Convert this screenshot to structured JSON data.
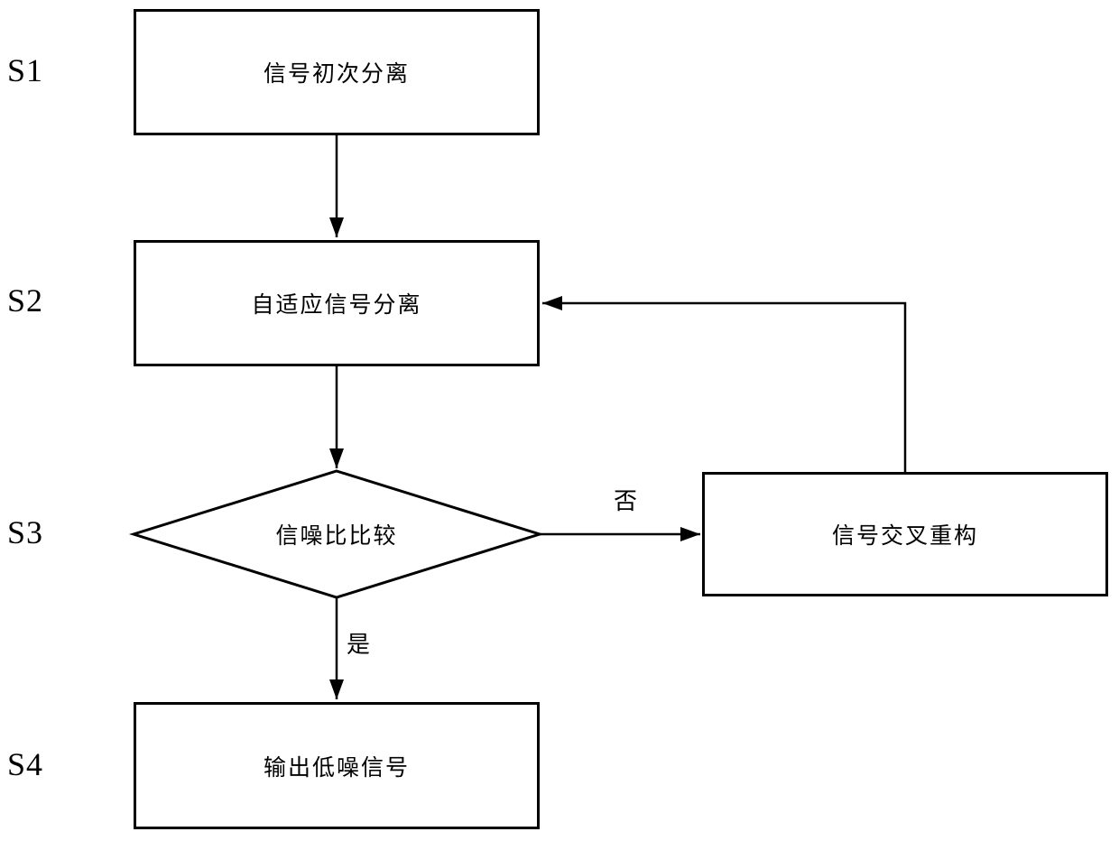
{
  "diagram": {
    "type": "flowchart",
    "background_color": "#ffffff",
    "line_color": "#000000",
    "steps": [
      {
        "id": "s1",
        "label": "S1",
        "shape": "rect",
        "text": "信号初次分离"
      },
      {
        "id": "s2",
        "label": "S2",
        "shape": "rect",
        "text": "自适应信号分离"
      },
      {
        "id": "s3",
        "label": "S3",
        "shape": "diamond",
        "text": "信噪比比较"
      },
      {
        "id": "s4",
        "label": "S4",
        "shape": "rect",
        "text": "输出低噪信号"
      }
    ],
    "side_box": {
      "text": "信号交叉重构"
    },
    "branch_labels": {
      "no": "否",
      "yes": "是"
    },
    "edges": [
      {
        "from": "s1",
        "to": "s2"
      },
      {
        "from": "s2",
        "to": "s3"
      },
      {
        "from": "s3",
        "to": "side_box",
        "label": "否"
      },
      {
        "from": "s3",
        "to": "s4",
        "label": "是"
      },
      {
        "from": "side_box",
        "to": "s2"
      }
    ]
  }
}
